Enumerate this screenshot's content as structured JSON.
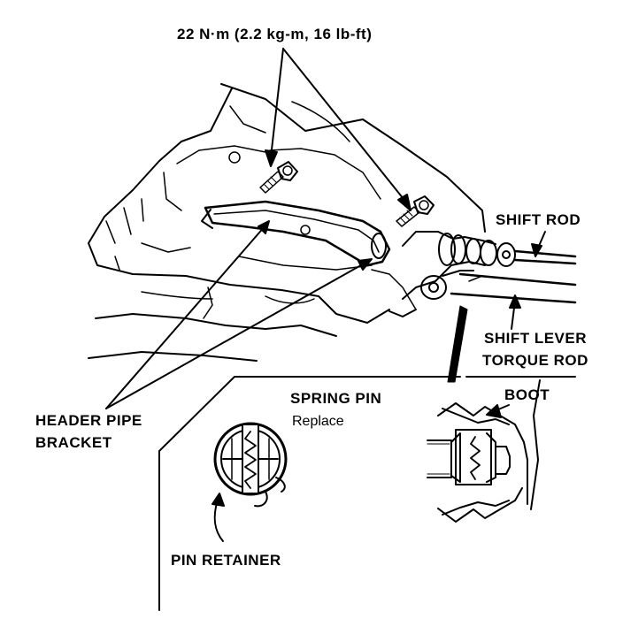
{
  "labels": {
    "torque_spec": "22 N·m (2.2 kg-m, 16 lb-ft)",
    "shift_rod": "SHIFT ROD",
    "shift_lever_line1": "SHIFT LEVER",
    "shift_lever_line2": "TORQUE ROD",
    "spring_pin": "SPRING PIN",
    "spring_pin_note": "Replace",
    "boot": "BOOT",
    "header_pipe_line1": "HEADER PIPE",
    "header_pipe_line2": "BRACKET",
    "pin_retainer": "PIN RETAINER"
  },
  "colors": {
    "ink": "#000000",
    "paper": "#ffffff"
  }
}
